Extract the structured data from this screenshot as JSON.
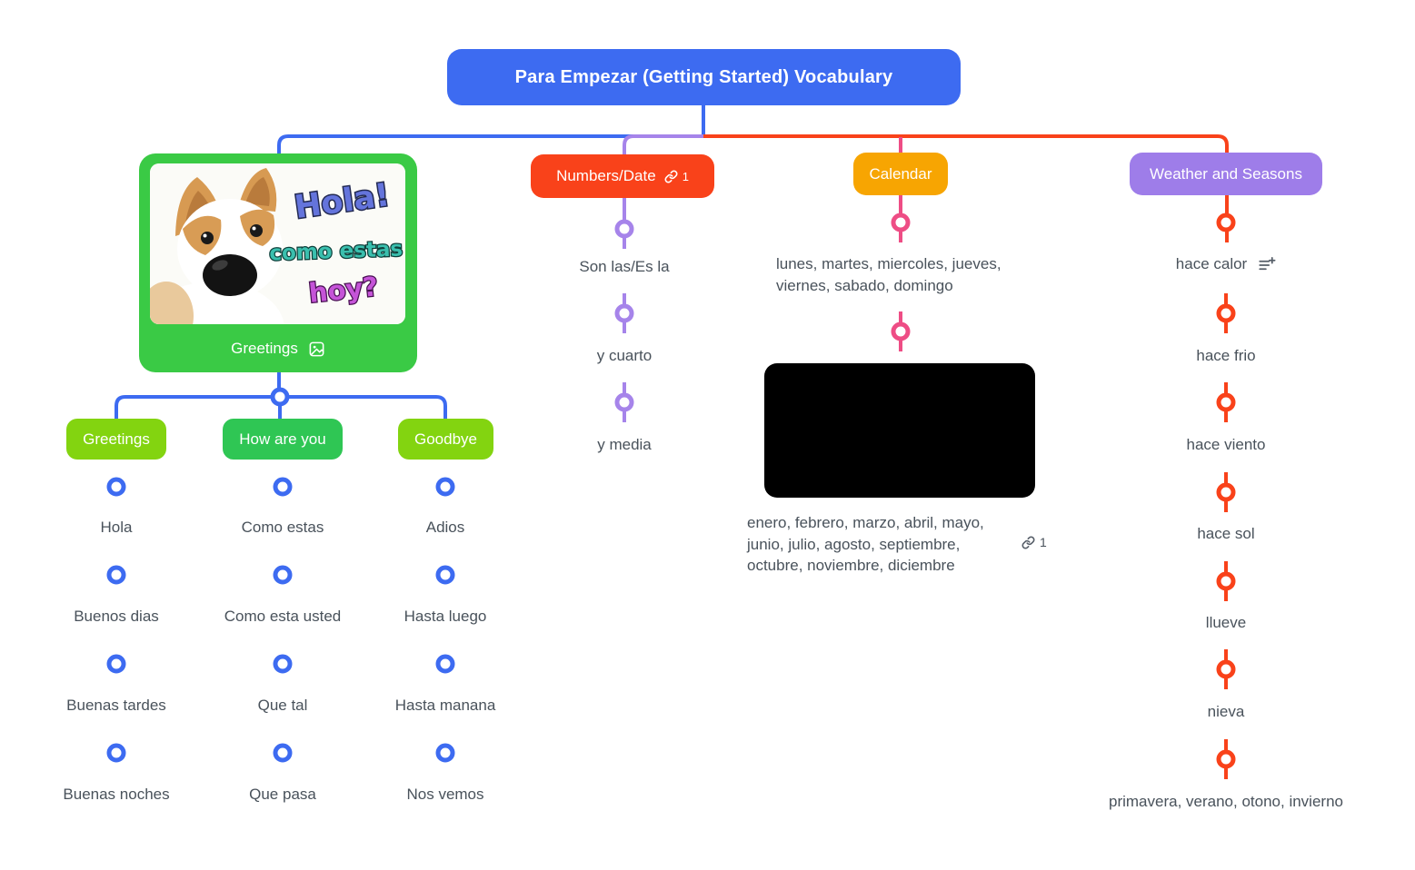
{
  "title": "Para Empezar (Getting Started) Vocabulary",
  "colors": {
    "root_blue": "#3d6bf1",
    "branch_red": "#f9421a",
    "branch_orange": "#f7a502",
    "branch_purple": "#9e7de9",
    "line_pink": "#ee4d85",
    "green_parent": "#3aca45",
    "green_child": "#2fc654",
    "lime_child": "#83d410",
    "leaf_text_gray": "#49525b"
  },
  "greetings_branch": {
    "label": "Greetings",
    "image_text": {
      "line1": "Hola!",
      "line2": "como estas",
      "line3": "hoy?"
    },
    "children": [
      {
        "label": "Greetings",
        "items": [
          "Hola",
          "Buenos dias",
          "Buenas tardes",
          "Buenas noches"
        ]
      },
      {
        "label": "How are you",
        "items": [
          "Como estas",
          "Como esta usted",
          "Que tal",
          "Que pasa"
        ]
      },
      {
        "label": "Goodbye",
        "items": [
          "Adios",
          "Hasta luego",
          "Hasta manana",
          "Nos vemos"
        ]
      }
    ]
  },
  "numbers_branch": {
    "label": "Numbers/Date",
    "link_count": "1",
    "items": [
      "Son las/Es la",
      "y cuarto",
      "y media"
    ]
  },
  "calendar_branch": {
    "label": "Calendar",
    "days": "lunes, martes, miercoles, jueves, viernes, sabado, domingo",
    "months": "enero, febrero, marzo, abril, mayo, junio, julio, agosto, septiembre, octubre, noviembre, diciembre",
    "months_link_count": "1"
  },
  "weather_branch": {
    "label": "Weather and Seasons",
    "items": [
      "hace calor",
      "hace frio",
      "hace viento",
      "hace sol",
      "llueve",
      "nieva",
      "primavera, verano, otono, invierno"
    ]
  }
}
